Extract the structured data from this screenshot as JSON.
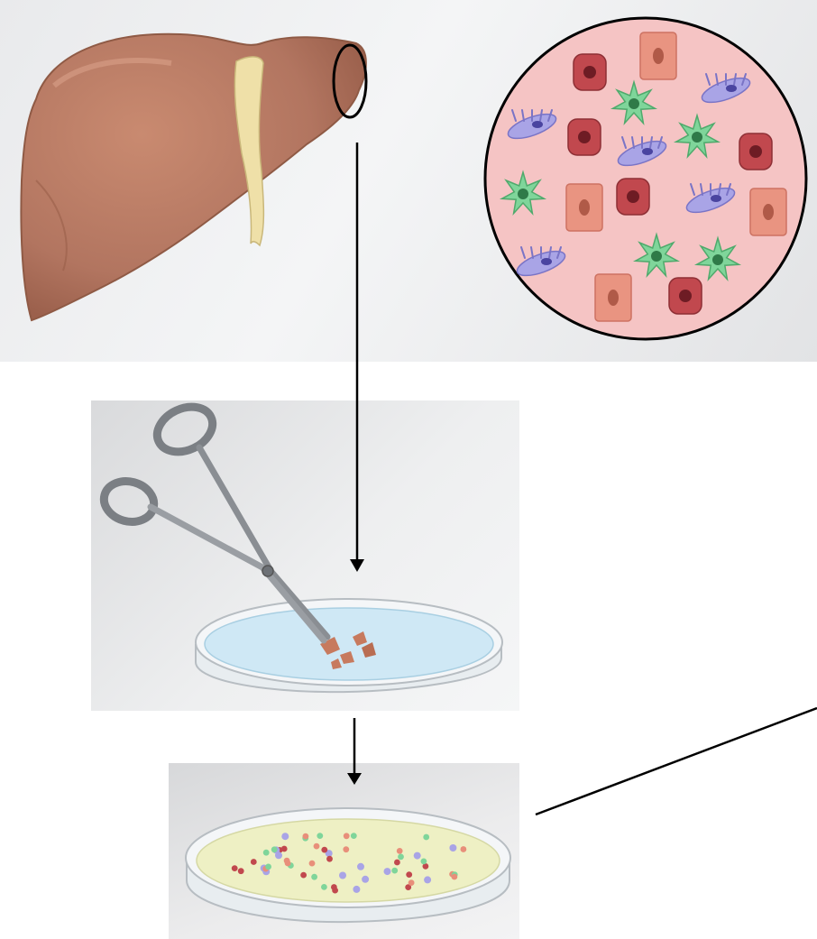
{
  "figure": {
    "description_free": true,
    "colors": {
      "liver": "#b87a62",
      "liver_dark": "#8f5a45",
      "ligament": "#efe0a8",
      "cell_circle_bg": "#f5c4c4",
      "hepatocyte": "#c1484e",
      "stellate": "#7fd59a",
      "kupffer": "#a9a4e6",
      "endothelial": "#e88f7a",
      "dish_liquid": "#cfe8f5",
      "culture_medium": "#eef0c4",
      "arrow": "#000000"
    },
    "panels": [
      "liver-with-cell-inset",
      "tissue-mincing",
      "cell-culture-dish"
    ]
  }
}
